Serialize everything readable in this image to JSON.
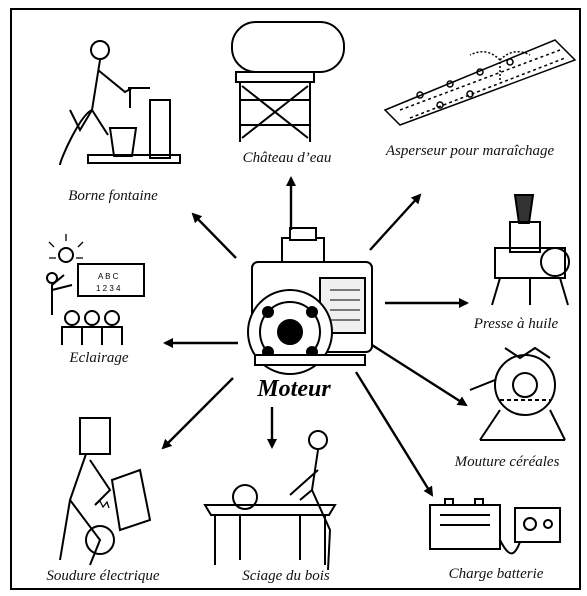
{
  "center": {
    "label": "Moteur"
  },
  "applications": [
    {
      "id": "borne-fontaine",
      "label": "Borne fontaine"
    },
    {
      "id": "chateau-deau",
      "label": "Château d’eau"
    },
    {
      "id": "asperseur",
      "label": "Asperseur pour maraîchage"
    },
    {
      "id": "presse-huile",
      "label": "Presse à huile"
    },
    {
      "id": "mouture",
      "label": "Mouture céréales"
    },
    {
      "id": "charge-batterie",
      "label": "Charge batterie"
    },
    {
      "id": "sciage",
      "label": "Sciage du bois"
    },
    {
      "id": "soudure",
      "label": "Soudure électrique"
    },
    {
      "id": "eclairage",
      "label": "Eclairage"
    }
  ],
  "colors": {
    "ink": "#000000",
    "paper": "#ffffff"
  }
}
